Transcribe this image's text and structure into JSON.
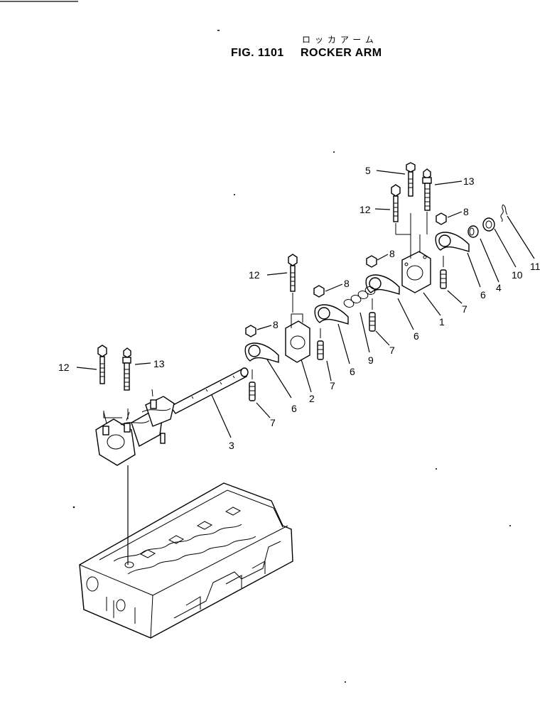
{
  "header": {
    "figure": "FIG. 1101",
    "title": "ROCKER ARM",
    "kana": "ロッカアーム"
  },
  "callouts": [
    {
      "id": "c1",
      "text": "1"
    },
    {
      "id": "c2",
      "text": "2"
    },
    {
      "id": "c3",
      "text": "3"
    },
    {
      "id": "c4",
      "text": "4"
    },
    {
      "id": "c5",
      "text": "5"
    },
    {
      "id": "c6a",
      "text": "6"
    },
    {
      "id": "c6b",
      "text": "6"
    },
    {
      "id": "c6c",
      "text": "6"
    },
    {
      "id": "c6d",
      "text": "6"
    },
    {
      "id": "c7a",
      "text": "7"
    },
    {
      "id": "c7b",
      "text": "7"
    },
    {
      "id": "c7c",
      "text": "7"
    },
    {
      "id": "c7d",
      "text": "7"
    },
    {
      "id": "c8a",
      "text": "8"
    },
    {
      "id": "c8b",
      "text": "8"
    },
    {
      "id": "c8c",
      "text": "8"
    },
    {
      "id": "c8d",
      "text": "8"
    },
    {
      "id": "c9",
      "text": "9"
    },
    {
      "id": "c10",
      "text": "10"
    },
    {
      "id": "c11",
      "text": "11"
    },
    {
      "id": "c12a",
      "text": "12"
    },
    {
      "id": "c12b",
      "text": "12"
    },
    {
      "id": "c12c",
      "text": "12"
    },
    {
      "id": "c13a",
      "text": "13"
    },
    {
      "id": "c13b",
      "text": "13"
    }
  ]
}
